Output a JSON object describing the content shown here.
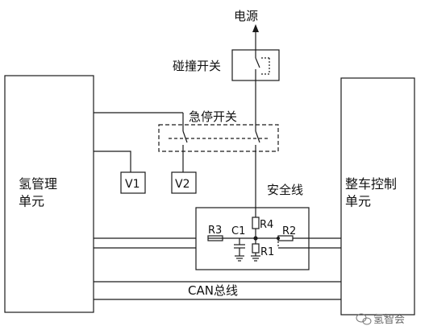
{
  "labels": {
    "power_source": "电源",
    "collision_switch": "碰撞开关",
    "emergency_stop_switch": "急停开关",
    "v1": "V1",
    "v2": "V2",
    "hydrogen_unit": "氢管理\n单元",
    "vehicle_controller": "整车控制\n单元",
    "safety_line": "安全线",
    "r3": "R3",
    "c1": "C1",
    "r4": "R4",
    "r2": "R2",
    "r1": "R1",
    "can_bus": "CAN总线"
  },
  "watermark": {
    "text": "氢智会",
    "icon": "wechat-bubble-icon"
  }
}
